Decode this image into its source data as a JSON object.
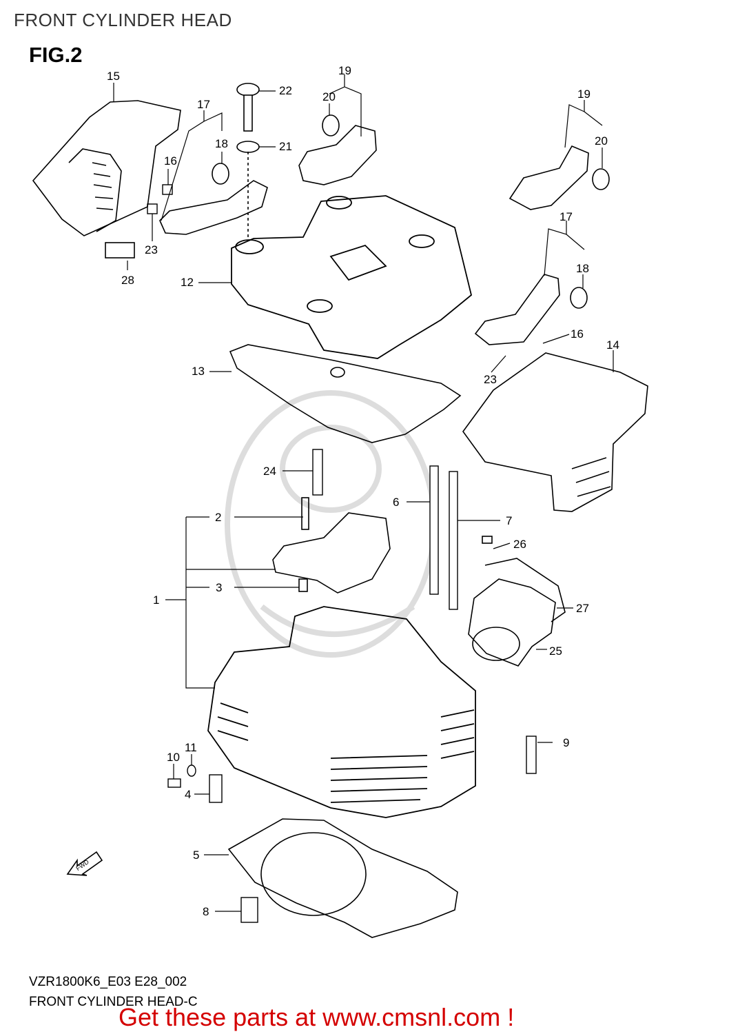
{
  "header": {
    "title": "FRONT CYLINDER HEAD",
    "figure": "FIG.2"
  },
  "callouts": [
    "1",
    "2",
    "3",
    "4",
    "5",
    "6",
    "7",
    "8",
    "9",
    "10",
    "11",
    "12",
    "13",
    "14",
    "15",
    "16",
    "16",
    "17",
    "17",
    "18",
    "18",
    "19",
    "19",
    "20",
    "20",
    "21",
    "22",
    "23",
    "23",
    "24",
    "25",
    "26",
    "27",
    "28"
  ],
  "fwd_arrow": {
    "label": "FWD"
  },
  "footer": {
    "model_code": "VZR1800K6_E03 E28_002",
    "diagram_name": "FRONT CYLINDER HEAD-C",
    "promo": "Get these parts at www.cmsnl.com !"
  },
  "colors": {
    "promo": "#d40000",
    "line": "#000000",
    "watermark": "#dddddd"
  }
}
